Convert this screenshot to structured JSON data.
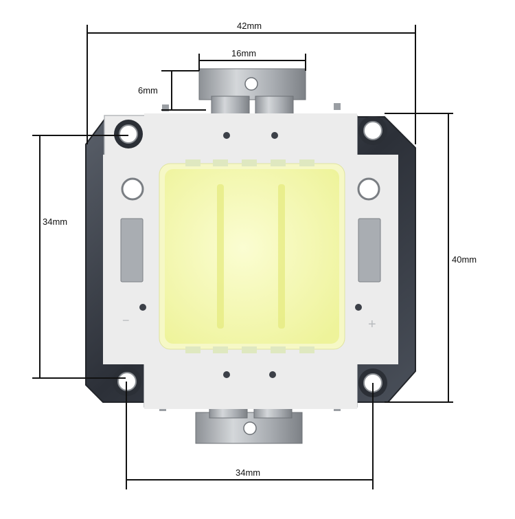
{
  "dimensions": {
    "overall_width": "42mm",
    "tab_width": "16mm",
    "tab_height": "6mm",
    "hole_spacing_vertical": "34mm",
    "overall_height": "40mm",
    "hole_spacing_horizontal": "34mm"
  },
  "board_markings": {
    "negative": "−",
    "positive": "+"
  },
  "colors": {
    "dimension_line": "#111111",
    "heatsink": "#3a3f48",
    "board": "#ececec",
    "led_emitter": "#f3f7a8",
    "tab_metal": "#b9bcc0"
  }
}
